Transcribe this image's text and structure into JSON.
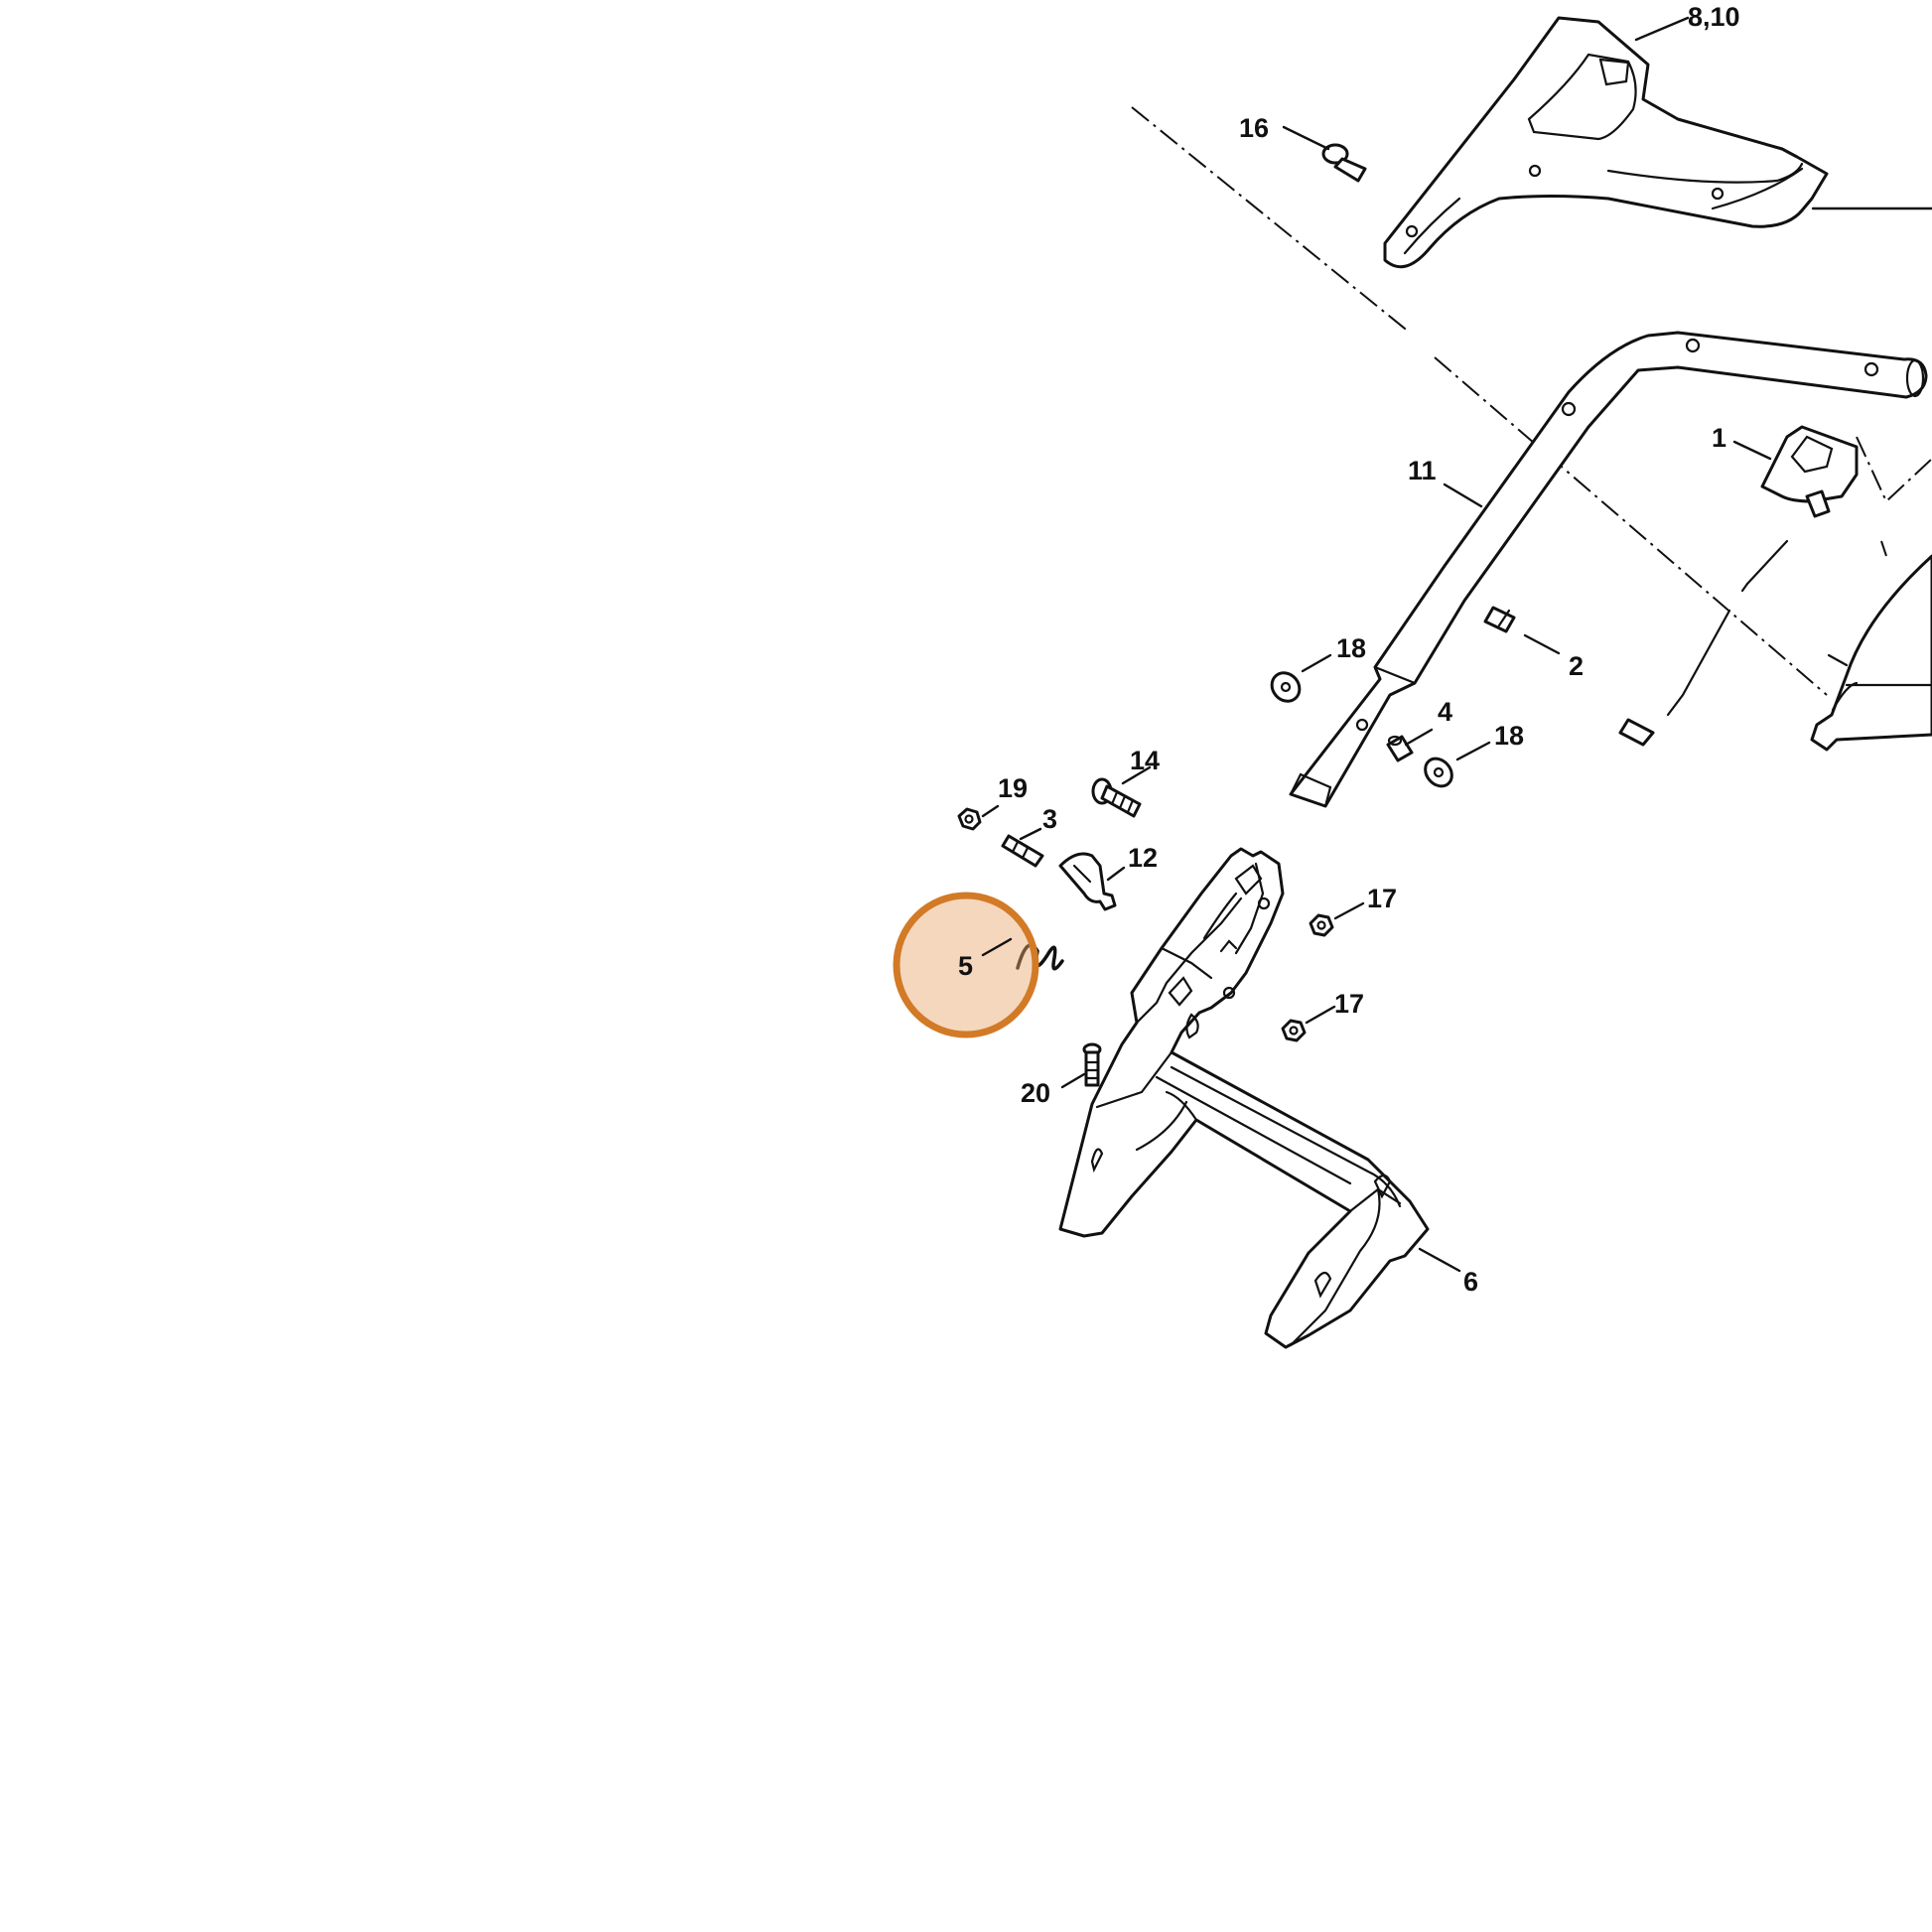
{
  "diagram": {
    "callouts": {
      "c1": "1",
      "c2": "2",
      "c3": "3",
      "c4": "4",
      "c5": "5",
      "c6": "6",
      "c8_10": "8,10",
      "c11": "11",
      "c12": "12",
      "c14": "14",
      "c16": "16",
      "c17a": "17",
      "c17b": "17",
      "c18a": "18",
      "c18b": "18",
      "c19": "19",
      "c20": "20"
    },
    "highlight": {
      "part": "5",
      "fill": "#e9a66f",
      "stroke": "#d27a26"
    }
  }
}
